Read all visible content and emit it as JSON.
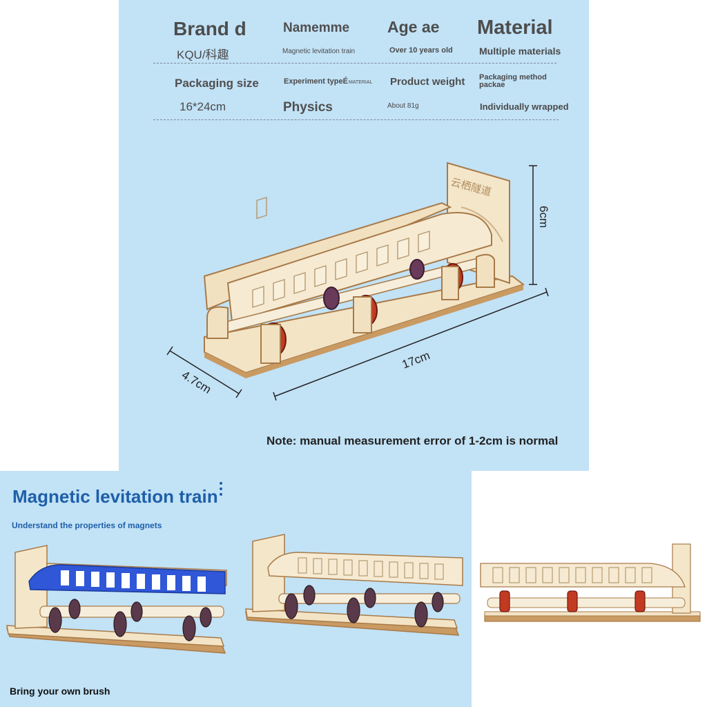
{
  "specs": {
    "row1": [
      {
        "label": "Brand d",
        "value": "KQU/科趣"
      },
      {
        "label": "Namemme",
        "value": "Magnetic levitation train"
      },
      {
        "label": "Age ae",
        "value": "Over 10 years old"
      },
      {
        "label": "Material",
        "value": "Multiple materials"
      }
    ],
    "row2": [
      {
        "label": "Packaging size",
        "value": "16*24cm"
      },
      {
        "label": "Experiment type",
        "label_suffix": "É",
        "label_mark": "MATERIAL",
        "value": "Physics"
      },
      {
        "label": "Product weight",
        "value": "About 81g",
        "value_main": "About",
        "value_unit": "81g"
      },
      {
        "label": "Packaging method",
        "label_line2": "packae",
        "value": "Individually wrapped"
      }
    ]
  },
  "dimensions": {
    "height": "6cm",
    "length": "17cm",
    "width": "4.7cm"
  },
  "product": {
    "sign_text": "云栖隧道"
  },
  "note": "Note: manual measurement error of 1-2cm is normal",
  "section2": {
    "title": "Magnetic levitation train",
    "subtitle": "Understand the properties of magnets",
    "footer": "Bring your own brush"
  },
  "colors": {
    "panel_bg": "#c2e2f6",
    "wood": "#f3e4c6",
    "wood_edge": "#a87a48",
    "magnet": "#c23a22",
    "title_blue": "#1e5fa8",
    "train_blue": "#2f57d8"
  }
}
